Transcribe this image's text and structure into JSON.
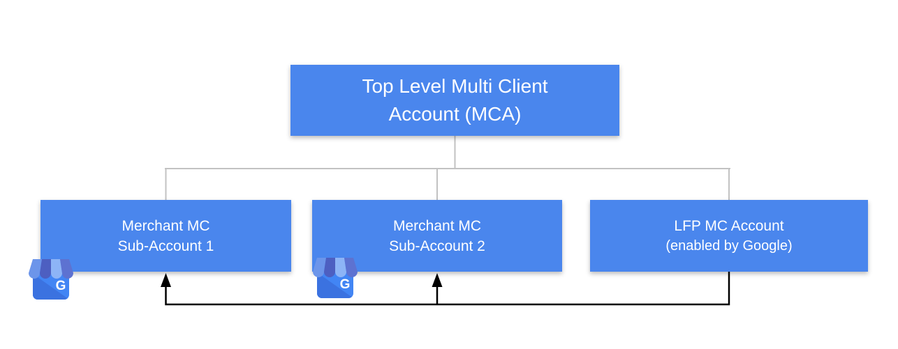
{
  "diagram": {
    "type": "org-chart",
    "background": "#ffffff",
    "nodes": [
      {
        "id": "mca",
        "line1": "Top Level Multi Client",
        "line2": "Account (MCA)"
      },
      {
        "id": "merchant-sub-1",
        "line1": "Merchant MC",
        "line2": "Sub-Account 1",
        "icon": "google-business-profile-storefront-icon"
      },
      {
        "id": "merchant-sub-2",
        "line1": "Merchant MC",
        "line2": "Sub-Account 2",
        "icon": "google-business-profile-storefront-icon"
      },
      {
        "id": "lfp",
        "line1": "LFP MC Account",
        "line2": "(enabled by Google)"
      }
    ],
    "edges": [
      {
        "from": "mca",
        "to": "merchant-sub-1",
        "style": "tree-line"
      },
      {
        "from": "mca",
        "to": "merchant-sub-2",
        "style": "tree-line"
      },
      {
        "from": "mca",
        "to": "lfp",
        "style": "tree-line"
      },
      {
        "from": "lfp",
        "to": "merchant-sub-1",
        "style": "black-arrow"
      },
      {
        "from": "lfp",
        "to": "merchant-sub-2",
        "style": "black-arrow"
      }
    ],
    "icons": [
      {
        "name": "google-business-profile-storefront-icon",
        "attached_to": "merchant-sub-1"
      },
      {
        "name": "google-business-profile-storefront-icon",
        "attached_to": "merchant-sub-2"
      }
    ],
    "colors": {
      "node_fill": "#4a86ed",
      "node_text": "#ffffff",
      "tree_connector": "#c2c2c2",
      "feed_arrow": "#000000",
      "icon_badge_blue": "#4285f4",
      "icon_stripe_dark": "#4d5fc1",
      "icon_stripe_light": "#8db4f6"
    }
  }
}
